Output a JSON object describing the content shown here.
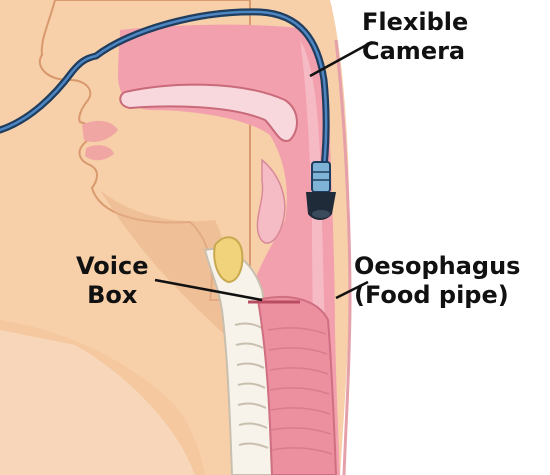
{
  "labels": {
    "camera": [
      "Flexible",
      "Camera"
    ],
    "voice_box": [
      "Voice",
      "Box"
    ],
    "oesophagus": [
      "Oesophagus",
      "(Food pipe)"
    ]
  },
  "colors": {
    "skin": "#f7cfa8",
    "skin_shadow": "#e9b088",
    "airway": "#f2a0ad",
    "airway_dark": "#e07c8e",
    "tube_blue": "#2f5b8a",
    "tube_blue_dark": "#1f3d5e",
    "cartilage": "#f5f2ea",
    "voice_box_yellow": "#f1d37c",
    "text": "#111111"
  },
  "icons": [
    "flexible-camera-tube",
    "camera-tip"
  ]
}
